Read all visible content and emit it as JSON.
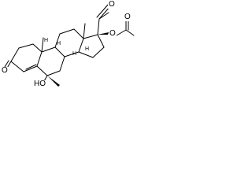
{
  "molecule": {
    "atoms": {
      "oxo_3": "O",
      "hydroxy_6": "HO",
      "ester_oxygen_17": "O",
      "acetyl_oxygen_20": "O",
      "acetate_carbonyl_oxygen": "O"
    }
  }
}
